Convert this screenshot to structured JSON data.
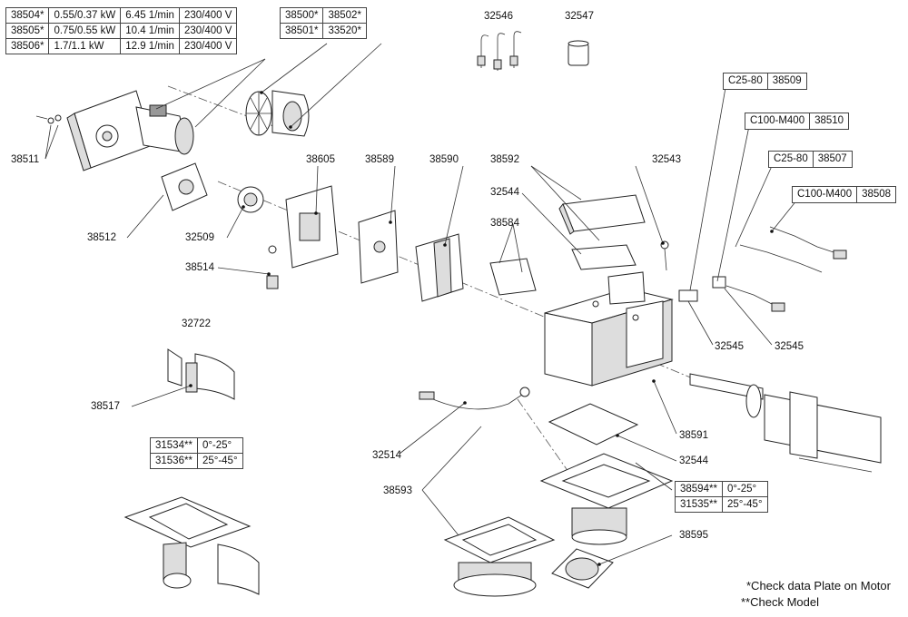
{
  "motor_table": [
    [
      "38504*",
      "0.55/0.37 kW",
      "6.45 1/min",
      "230/400 V"
    ],
    [
      "38505*",
      "0.75/0.55 kW",
      "10.4 1/min",
      "230/400 V"
    ],
    [
      "38506*",
      "1.7/1.1 kW",
      "12.9 1/min",
      "230/400 V"
    ]
  ],
  "fan_table": [
    [
      "38500*",
      "38502*"
    ],
    [
      "38501*",
      "33520*"
    ]
  ],
  "angle_table_1": [
    [
      "31534**",
      "0°-25°"
    ],
    [
      "31536**",
      "25°-45°"
    ]
  ],
  "angle_table_2": [
    [
      "38594**",
      "0°-25°"
    ],
    [
      "31535**",
      "25°-45°"
    ]
  ],
  "model_boxes": [
    [
      "C25-80",
      "38509"
    ],
    [
      "C100-M400",
      "38510"
    ],
    [
      "C25-80",
      "38507"
    ],
    [
      "C100-M400",
      "38508"
    ]
  ],
  "labels": {
    "l32546": "32546",
    "l32547": "32547",
    "l38511": "38511",
    "l38512": "38512",
    "l32509": "32509",
    "l38514": "38514",
    "l38605": "38605",
    "l38589": "38589",
    "l38590": "38590",
    "l38592": "38592",
    "l32544a": "32544",
    "l38584": "38584",
    "l32543": "32543",
    "l32545a": "32545",
    "l32545b": "32545",
    "l32722": "32722",
    "l38517": "38517",
    "l32514": "32514",
    "l38591": "38591",
    "l32544b": "32544",
    "l38593": "38593",
    "l38595": "38595"
  },
  "notes": {
    "motor": "*Check data Plate on Motor",
    "model": "**Check Model"
  }
}
